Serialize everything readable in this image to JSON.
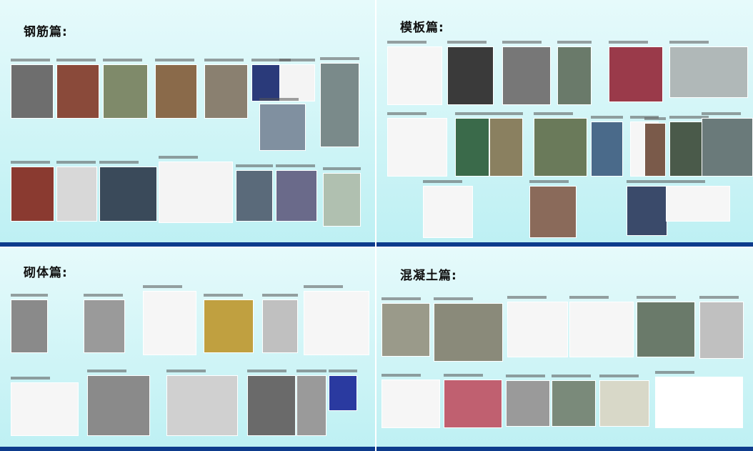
{
  "panels": [
    {
      "id": "rebar",
      "title": "钢筋篇:"
    },
    {
      "id": "formwork",
      "title": "模板篇:"
    },
    {
      "id": "masonry",
      "title": "砌体篇:"
    },
    {
      "id": "concrete",
      "title": "混凝土篇:"
    }
  ],
  "colors": {
    "bar": "#0d3b8c",
    "background": "#c8f3f5"
  }
}
